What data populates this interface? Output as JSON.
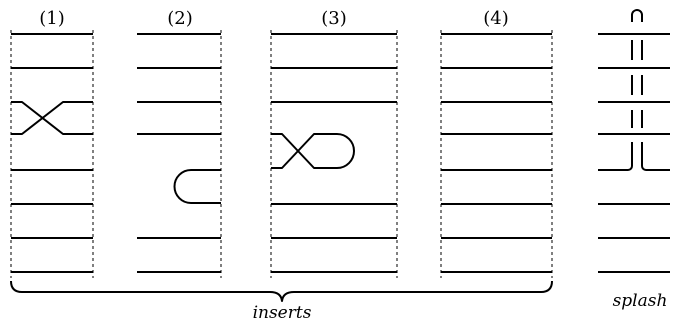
{
  "panels": [
    {
      "label": "(1)",
      "move": "crossing"
    },
    {
      "label": "(2)",
      "move": "cap"
    },
    {
      "label": "(3)",
      "move": "curl"
    },
    {
      "label": "(4)",
      "move": "none"
    }
  ],
  "bracket_label": "inserts",
  "splash_label": "splash"
}
